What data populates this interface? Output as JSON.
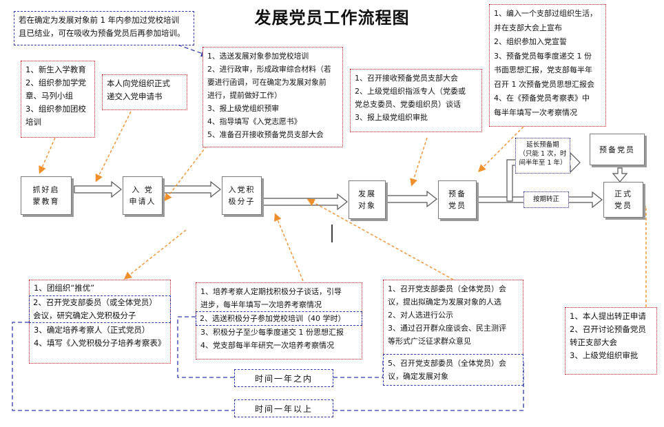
{
  "title": "发展党员工作流程图",
  "stages": {
    "s1": "抓好启\n蒙教育",
    "s2": "入 党\n申请人",
    "s3": "入党积\n极分子",
    "s4": "发展\n对象",
    "s5": "预备\n党员",
    "s6": "正式\n党员",
    "probation": "预备党员"
  },
  "notes": {
    "top_blue": [
      "若在确定为发展对象前 1 年内参加过党校培训",
      "且已结业，可在吸收为预备党员后再参加培训。"
    ],
    "n1": [
      "1、新生入学教育",
      "2、组织参加学党",
      "章、马列小组",
      "3、组织参加团校",
      "培训"
    ],
    "n2": [
      "本人向党组织正式",
      "递交入党申请书"
    ],
    "n3": [
      "1、选送发展对象参加党校培训",
      "2、进行政审，形成政审综合材料（若",
      "要进行函调，可在确定为发展对象前",
      "进行，提前做好工作）",
      "3、报上级党组织预审",
      "4、指导填写《入党志愿书》",
      "5、准备召开接收预备党员支部大会"
    ],
    "n4": [
      "1、召开接收预备党员支部大会",
      "2、上级党组织指派专人（党委或",
      "党总支委员、党委组织员）谈话",
      "3、报上级党组织审批"
    ],
    "n5": [
      "1、编入一个支部过组织生活，",
      "并在支部大会上宣布",
      "2、组织参加入党宣誓",
      "3、预备党员每季度递交 1 份",
      "书面思想汇报，党支部每半年",
      "召开 1 次预备党员思想汇报会",
      "4、在《预备党员考察表》中",
      "每半年填写一次考察情况"
    ],
    "extend": [
      "延长预备期",
      "（只能 1 次，时",
      "间半年至 1 年）"
    ],
    "ontime": "按期转正",
    "b1": [
      "1、团组织“推优”",
      "2、召开党支部委员（或全体党员）",
      "会议，研究确定入党积极分子",
      "3、确定培养考察人（正式党员）",
      "4、填写《入党积极分子培养考察表》"
    ],
    "b2": [
      "1、培养考察人定期找积极分子谈话，引导",
      "进步，每半年填写一次培养考察情况",
      "2、选送积极分子参加党校培训（40 学时）",
      "3、积极分子至少每季度递交 1 份思想汇报",
      "4、党支部每半年研究一次培养考察情况"
    ],
    "b3": [
      "1、召开党支部委员（全体党员）会",
      "议，提出拟确定为发展对象的人选",
      "2、对人选进行公示",
      "3、通过召开群众座谈会、民主测评",
      "等形式广泛征求群众意见"
    ],
    "b3b": [
      "5、召开党支部委员（全体党员）会",
      "议，确定发展对象"
    ],
    "b4": [
      "1、本人提出转正申请",
      "2、召开讨论预备党员",
      "转正支部大会",
      "3、上级党组织审批"
    ],
    "within_year": "时间一年之内",
    "over_year": "时间一年以上"
  },
  "colors": {
    "red": "#c0121b",
    "blue": "#2b3aa8",
    "orange": "#f0902a"
  }
}
